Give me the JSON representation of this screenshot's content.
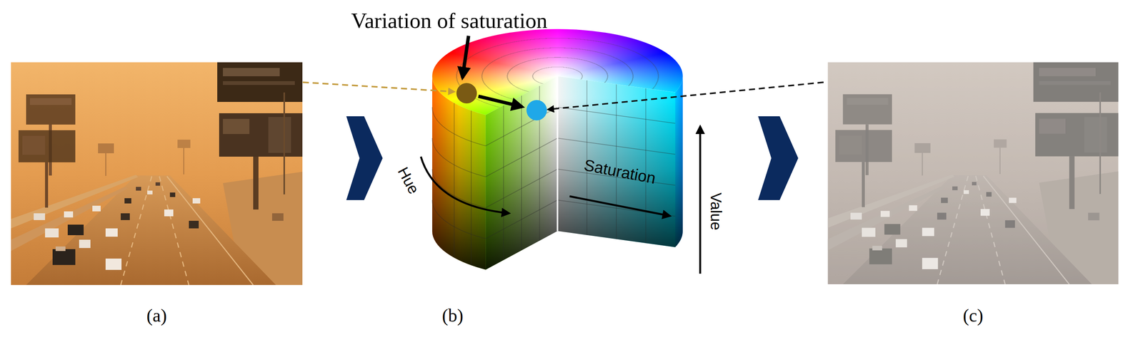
{
  "diagram": {
    "labels": [
      "Variation of saturation",
      "Hue",
      "Saturation",
      "Value",
      "(a)",
      "(b)",
      "(c)"
    ]
  }
}
